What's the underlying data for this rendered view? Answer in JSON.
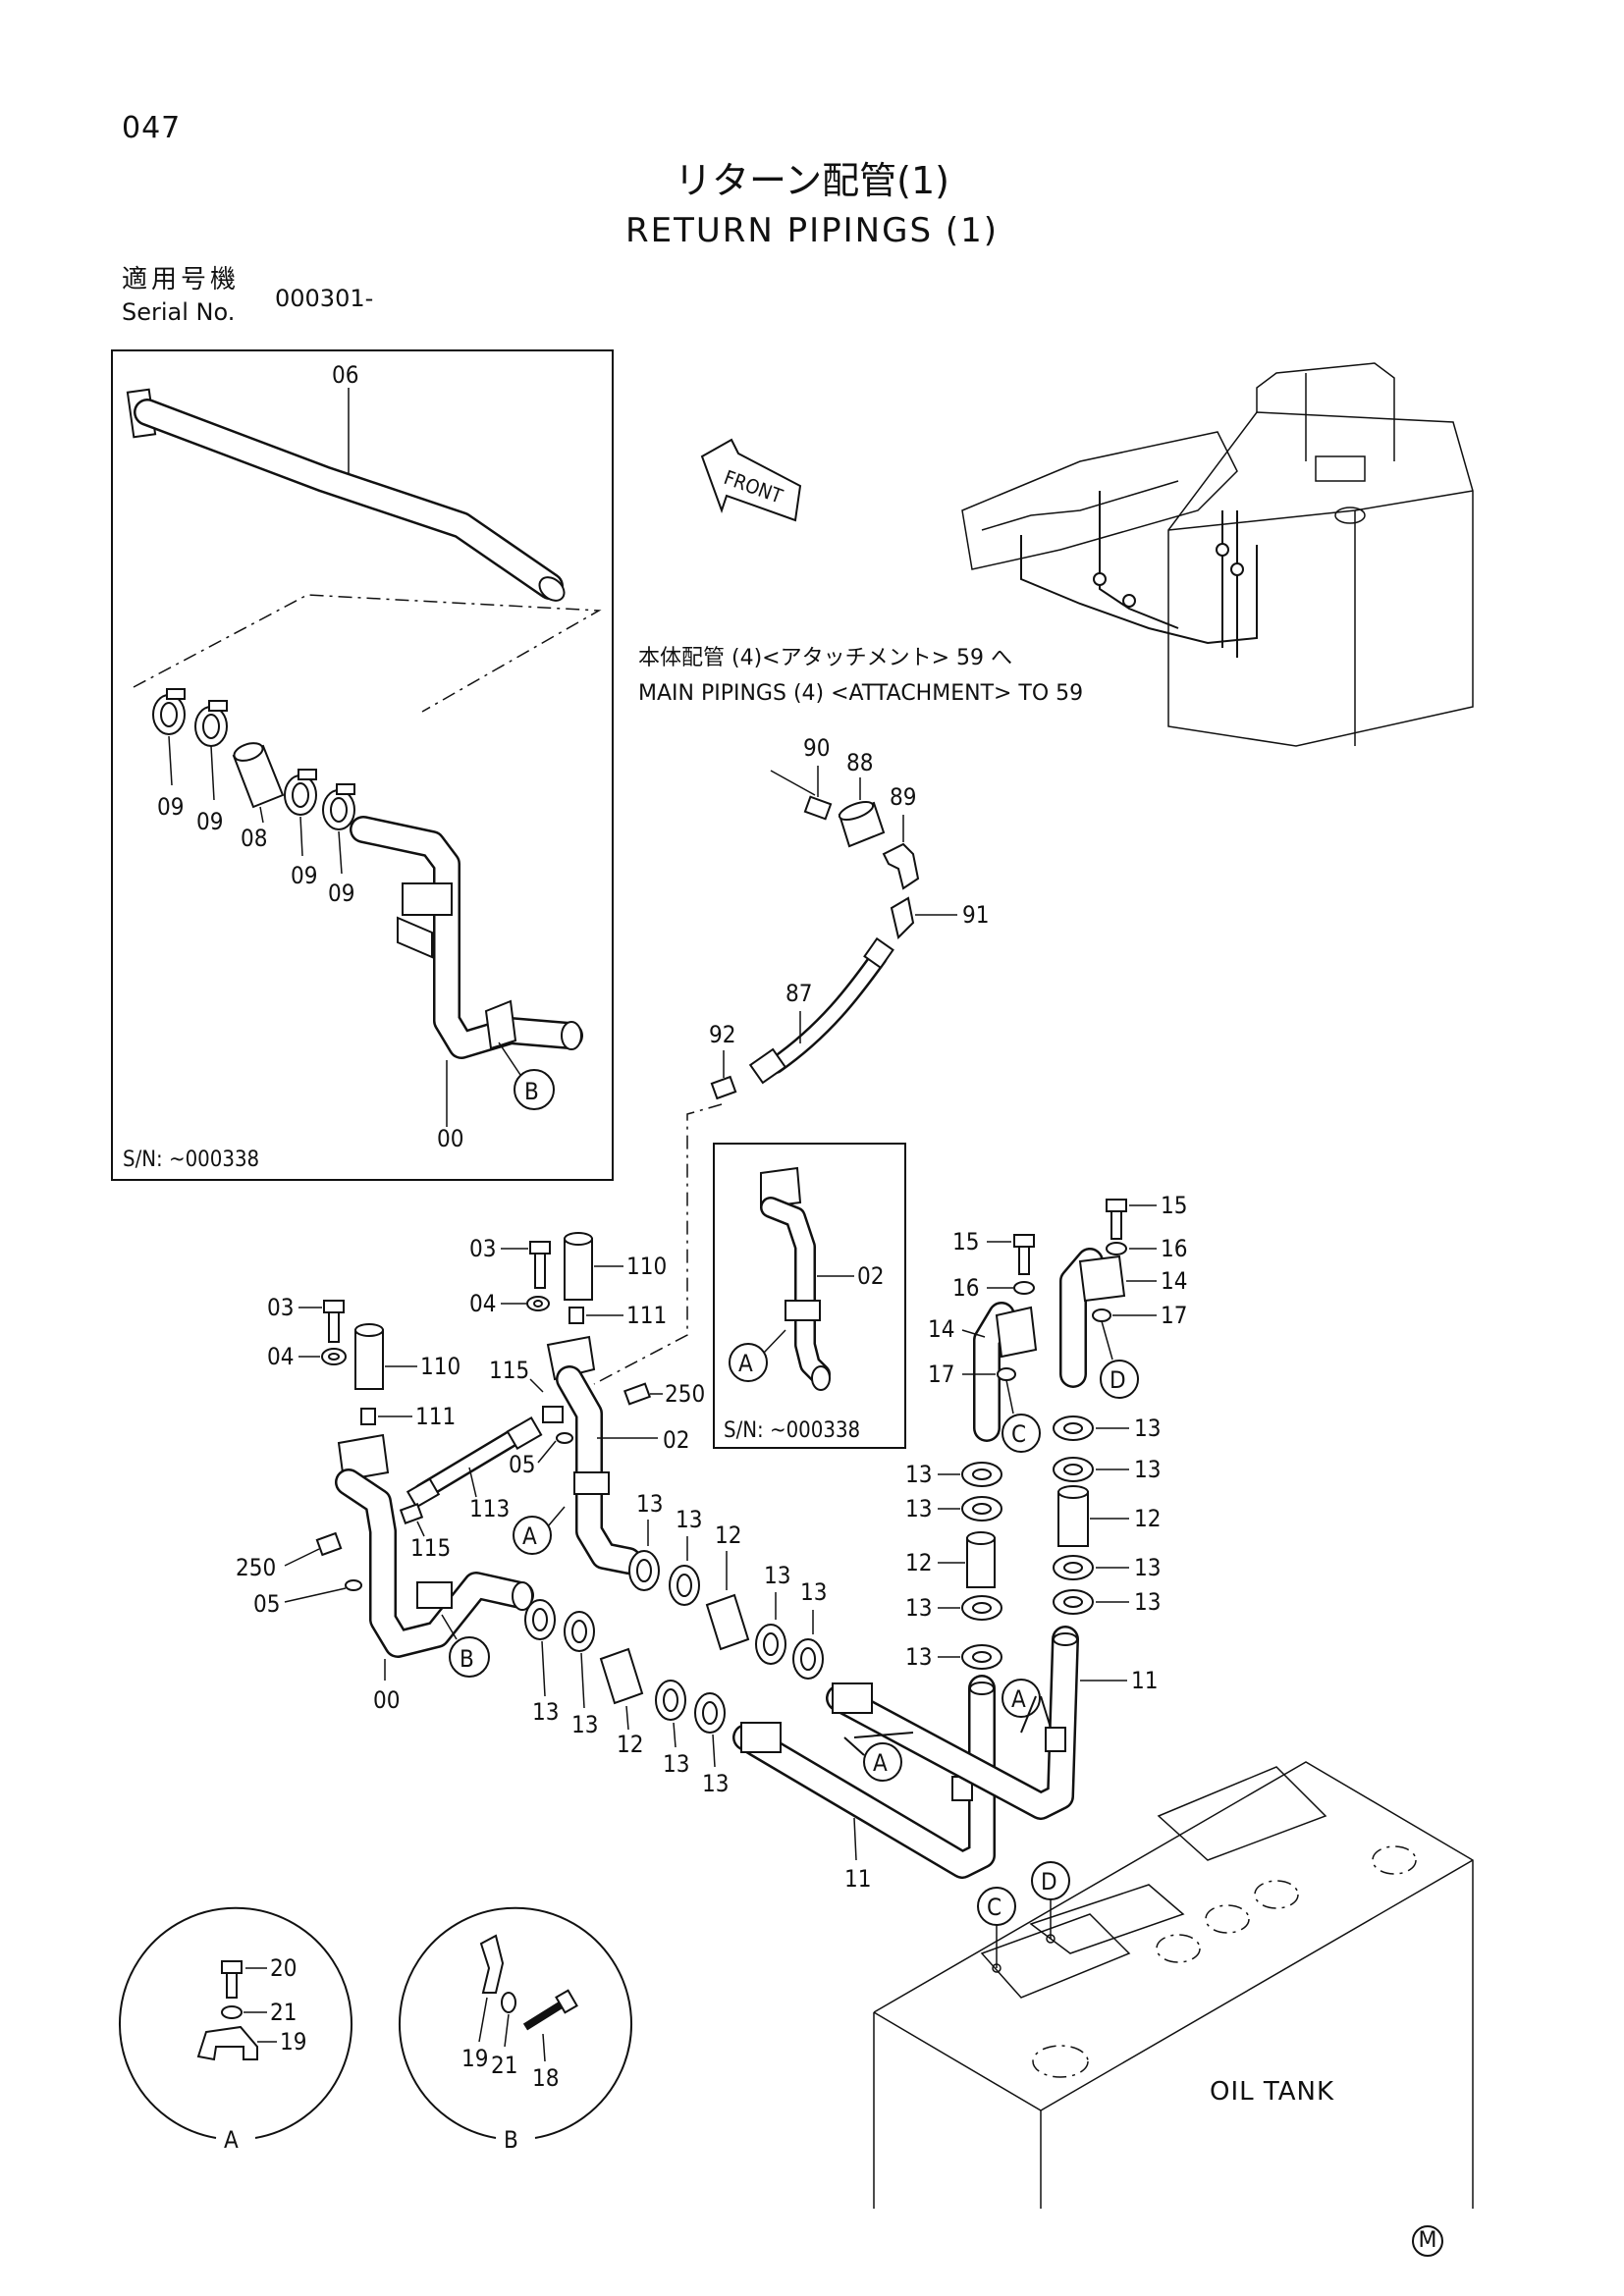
{
  "header": {
    "page_number": "047",
    "title_jp": "リターン配管(1)",
    "title_en": "RETURN PIPINGS (1)",
    "serial_label_jp": "適用号機",
    "serial_label_en": "Serial No.",
    "serial_value": "000301-"
  },
  "note": {
    "jp": "本体配管 (4)<アタッチメント> 59 へ",
    "en": "MAIN PIPINGS (4) <ATTACHMENT> TO 59"
  },
  "front_label": "FRONT",
  "oil_tank_label": "OIL TANK",
  "corner_mark": "M",
  "inset_top": {
    "serial_note": "S/N: ~000338"
  },
  "inset_mid": {
    "serial_note": "S/N: ~000338"
  },
  "ref_letters": [
    "A",
    "B",
    "C",
    "D"
  ],
  "detail_a": {
    "caption": "A",
    "parts": [
      "20",
      "21",
      "19"
    ]
  },
  "detail_b": {
    "caption": "B",
    "parts": [
      "19",
      "21",
      "18"
    ]
  },
  "part_numbers": {
    "p06": "06",
    "p09": "09",
    "p08": "08",
    "p00": "00",
    "p90": "90",
    "p88": "88",
    "p89": "89",
    "p91": "91",
    "p87": "87",
    "p92": "92",
    "p02": "02",
    "p03": "03",
    "p04": "04",
    "p05": "05",
    "p110": "110",
    "p111": "111",
    "p115": "115",
    "p113": "113",
    "p250": "250",
    "p11": "11",
    "p12": "12",
    "p13": "13",
    "p14": "14",
    "p15": "15",
    "p16": "16",
    "p17": "17",
    "p18": "18",
    "p19": "19",
    "p20": "20",
    "p21": "21"
  }
}
